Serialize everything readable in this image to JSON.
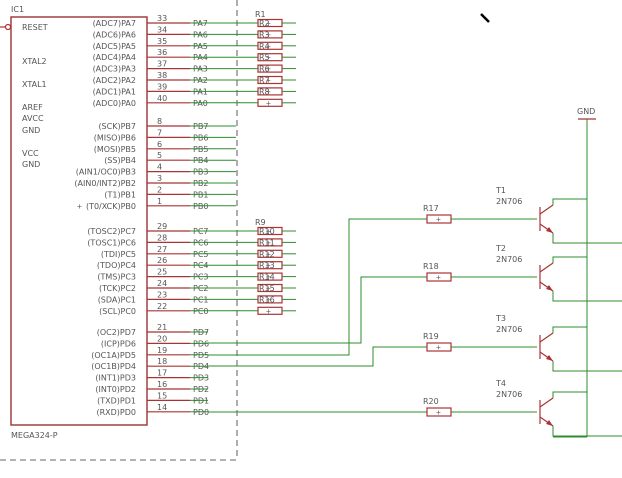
{
  "ic": {
    "ref": "IC1",
    "part": "MEGA324-P",
    "left_pins": [
      "RESET",
      "XTAL2",
      "XTAL1",
      "AREF",
      "AVCC",
      "GND",
      "VCC",
      "GND"
    ],
    "right_pins": [
      {
        "label": "(ADC7)PA7",
        "num": "33",
        "net": "PA7"
      },
      {
        "label": "(ADC6)PA6",
        "num": "34",
        "net": "PA6"
      },
      {
        "label": "(ADC5)PA5",
        "num": "35",
        "net": "PA5"
      },
      {
        "label": "(ADC4)PA4",
        "num": "36",
        "net": "PA4"
      },
      {
        "label": "(ADC3)PA3",
        "num": "37",
        "net": "PA3"
      },
      {
        "label": "(ADC2)PA2",
        "num": "38",
        "net": "PA2"
      },
      {
        "label": "(ADC1)PA1",
        "num": "39",
        "net": "PA1"
      },
      {
        "label": "(ADC0)PA0",
        "num": "40",
        "net": "PA0"
      },
      {
        "label": "(SCK)PB7",
        "num": "8",
        "net": "PB7"
      },
      {
        "label": "(MISO)PB6",
        "num": "7",
        "net": "PB6"
      },
      {
        "label": "(MOSI)PB5",
        "num": "6",
        "net": "PB5"
      },
      {
        "label": "(SS)PB4",
        "num": "5",
        "net": "PB4"
      },
      {
        "label": "(AIN1/OC0)PB3",
        "num": "4",
        "net": "PB3"
      },
      {
        "label": "(AIN0/INT2)PB2",
        "num": "3",
        "net": "PB2"
      },
      {
        "label": "(T1)PB1",
        "num": "2",
        "net": "PB1"
      },
      {
        "label": "(T0/XCK)PB0",
        "num": "1",
        "net": "PB0"
      },
      {
        "label": "(TOSC2)PC7",
        "num": "29",
        "net": "PC7"
      },
      {
        "label": "(TOSC1)PC6",
        "num": "28",
        "net": "PC6"
      },
      {
        "label": "(TDI)PC5",
        "num": "27",
        "net": "PC5"
      },
      {
        "label": "(TDO)PC4",
        "num": "26",
        "net": "PC4"
      },
      {
        "label": "(TMS)PC3",
        "num": "25",
        "net": "PC3"
      },
      {
        "label": "(TCK)PC2",
        "num": "24",
        "net": "PC2"
      },
      {
        "label": "(SDA)PC1",
        "num": "23",
        "net": "PC1"
      },
      {
        "label": "(SCL)PC0",
        "num": "22",
        "net": "PC0"
      },
      {
        "label": "(OC2)PD7",
        "num": "21",
        "net": "PD7"
      },
      {
        "label": "(ICP)PD6",
        "num": "20",
        "net": "PD6"
      },
      {
        "label": "(OC1A)PD5",
        "num": "19",
        "net": "PD5"
      },
      {
        "label": "(OC1B)PD4",
        "num": "18",
        "net": "PD4"
      },
      {
        "label": "(INT1)PD3",
        "num": "17",
        "net": "PD3"
      },
      {
        "label": "(INT0)PD2",
        "num": "16",
        "net": "PD2"
      },
      {
        "label": "(TXD)PD1",
        "num": "15",
        "net": "PD1"
      },
      {
        "label": "(RXD)PD0",
        "num": "14",
        "net": "PD0"
      }
    ]
  },
  "arrays": [
    {
      "ref": "R1",
      "labels": [
        "R2",
        "R3",
        "R4",
        "R5",
        "R6",
        "R7",
        "R8",
        ""
      ]
    },
    {
      "ref": "R9",
      "labels": [
        "R10",
        "R11",
        "R12",
        "R13",
        "R14",
        "R15",
        "R16",
        ""
      ]
    }
  ],
  "drivers": [
    {
      "resistor": "R17",
      "transistor": "T1",
      "part": "2N706"
    },
    {
      "resistor": "R18",
      "transistor": "T2",
      "part": "2N706"
    },
    {
      "resistor": "R19",
      "transistor": "T3",
      "part": "2N706"
    },
    {
      "resistor": "R20",
      "transistor": "T4",
      "part": "2N706"
    }
  ],
  "gnd_label": "GND"
}
